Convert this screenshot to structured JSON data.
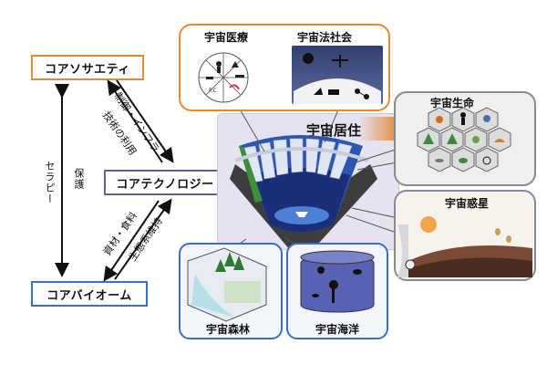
{
  "left": {
    "society": "コアソサエティ",
    "technology": "コアテクノロジー",
    "biome": "コアバイオーム",
    "therapy": "セラピー",
    "protection": "保護",
    "control_infra": "制御・インフラ",
    "tech_use": "技術の利用",
    "materials_food": "資材・食料",
    "ecosystem": "生態系維持"
  },
  "panels": {
    "medicine": "宇宙医療",
    "law_society": "宇宙法社会",
    "habitat": "宇宙居住",
    "life": "宇宙生命",
    "planet": "宇宙惑星",
    "forest": "宇宙森林",
    "ocean": "宇宙海洋"
  },
  "icons": {
    "medicine_cell_label": "P.C"
  },
  "colors": {
    "orange": "#e8892b",
    "navy": "#23336b",
    "purple": "#6a5a9a",
    "blue": "#3a6fc4",
    "gray": "#8a8a8a"
  }
}
